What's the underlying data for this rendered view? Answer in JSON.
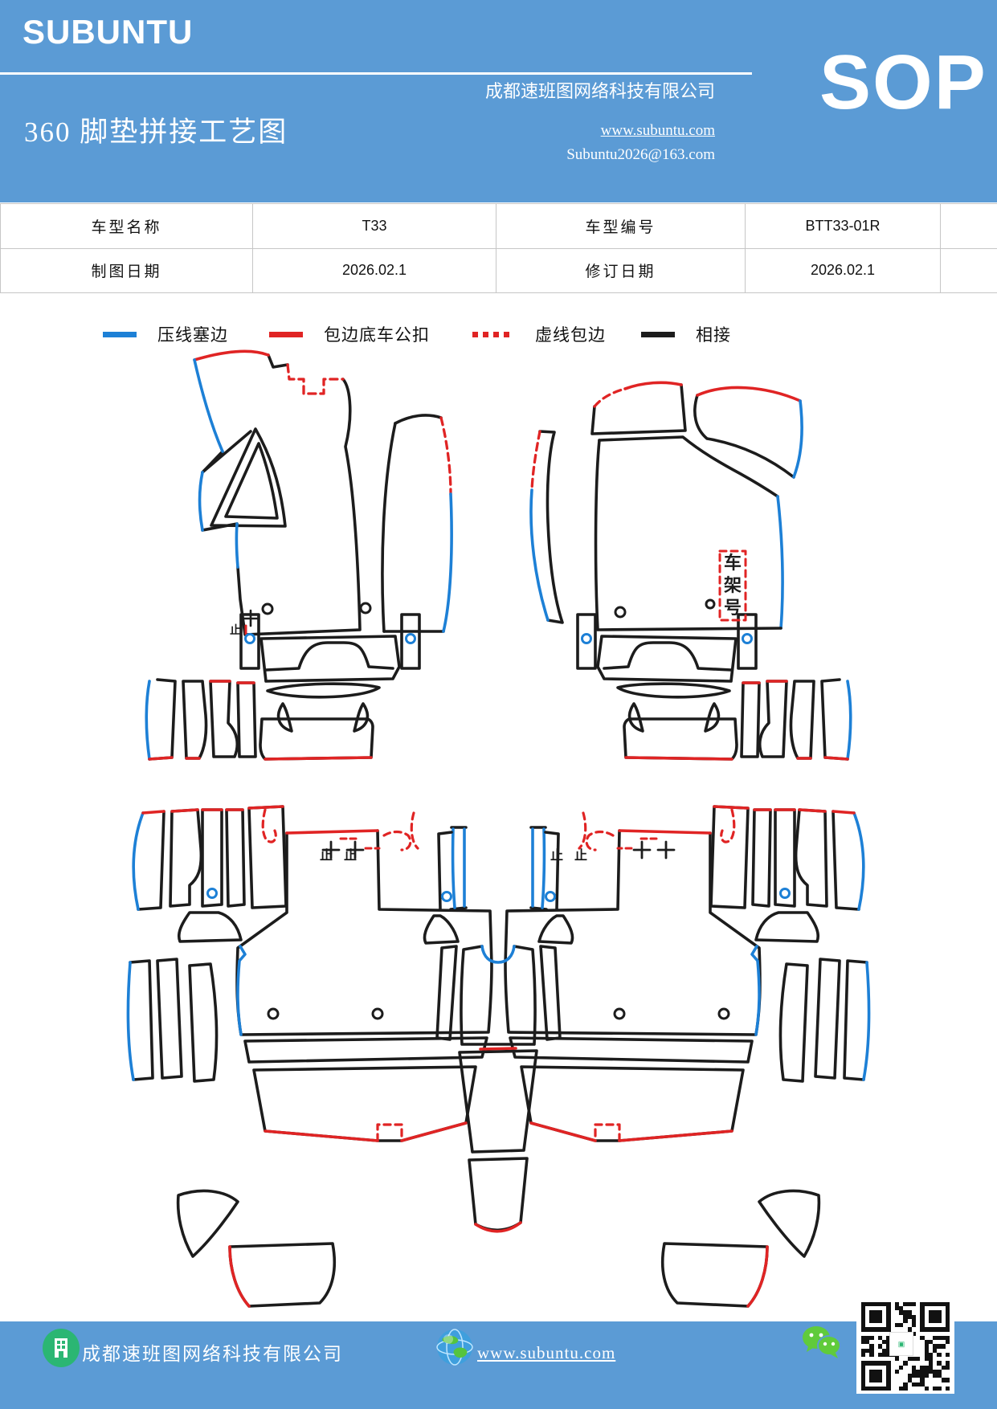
{
  "header": {
    "brand": "SUBUNTU",
    "title": "360 脚垫拼接工艺图",
    "company": "成都速班图网络科技有限公司",
    "website": "www.subuntu.com",
    "email": "Subuntu2026@163.com",
    "sop_label": "SOP"
  },
  "table": {
    "cells": [
      [
        "车型名称",
        "T33",
        "车型编号",
        "BTT33-01R"
      ],
      [
        "制图日期",
        "2026.02.1",
        "修订日期",
        "2026.02.1"
      ]
    ]
  },
  "legend": {
    "items": [
      {
        "label": "压线塞边",
        "color": "#1d80d6",
        "style": "solid"
      },
      {
        "label": "包边底车公扣",
        "color": "#e02424",
        "style": "solid"
      },
      {
        "label": "虚线包边",
        "color": "#e02424",
        "style": "dashed"
      },
      {
        "label": "相接",
        "color": "#1c1c1c",
        "style": "solid"
      }
    ]
  },
  "drawing": {
    "vin_chars": [
      "车",
      "架",
      "号"
    ],
    "stop_label": "止"
  },
  "footer": {
    "company": "成都速班图网络科技有限公司",
    "website": "www.subuntu.com"
  },
  "colors": {
    "header_blue": "#5b9bd5",
    "line_blue": "#1d80d6",
    "line_red": "#e02424",
    "line_black": "#1c1c1c",
    "wechat_green": "#60cb3b",
    "building_green": "#2bb673"
  }
}
